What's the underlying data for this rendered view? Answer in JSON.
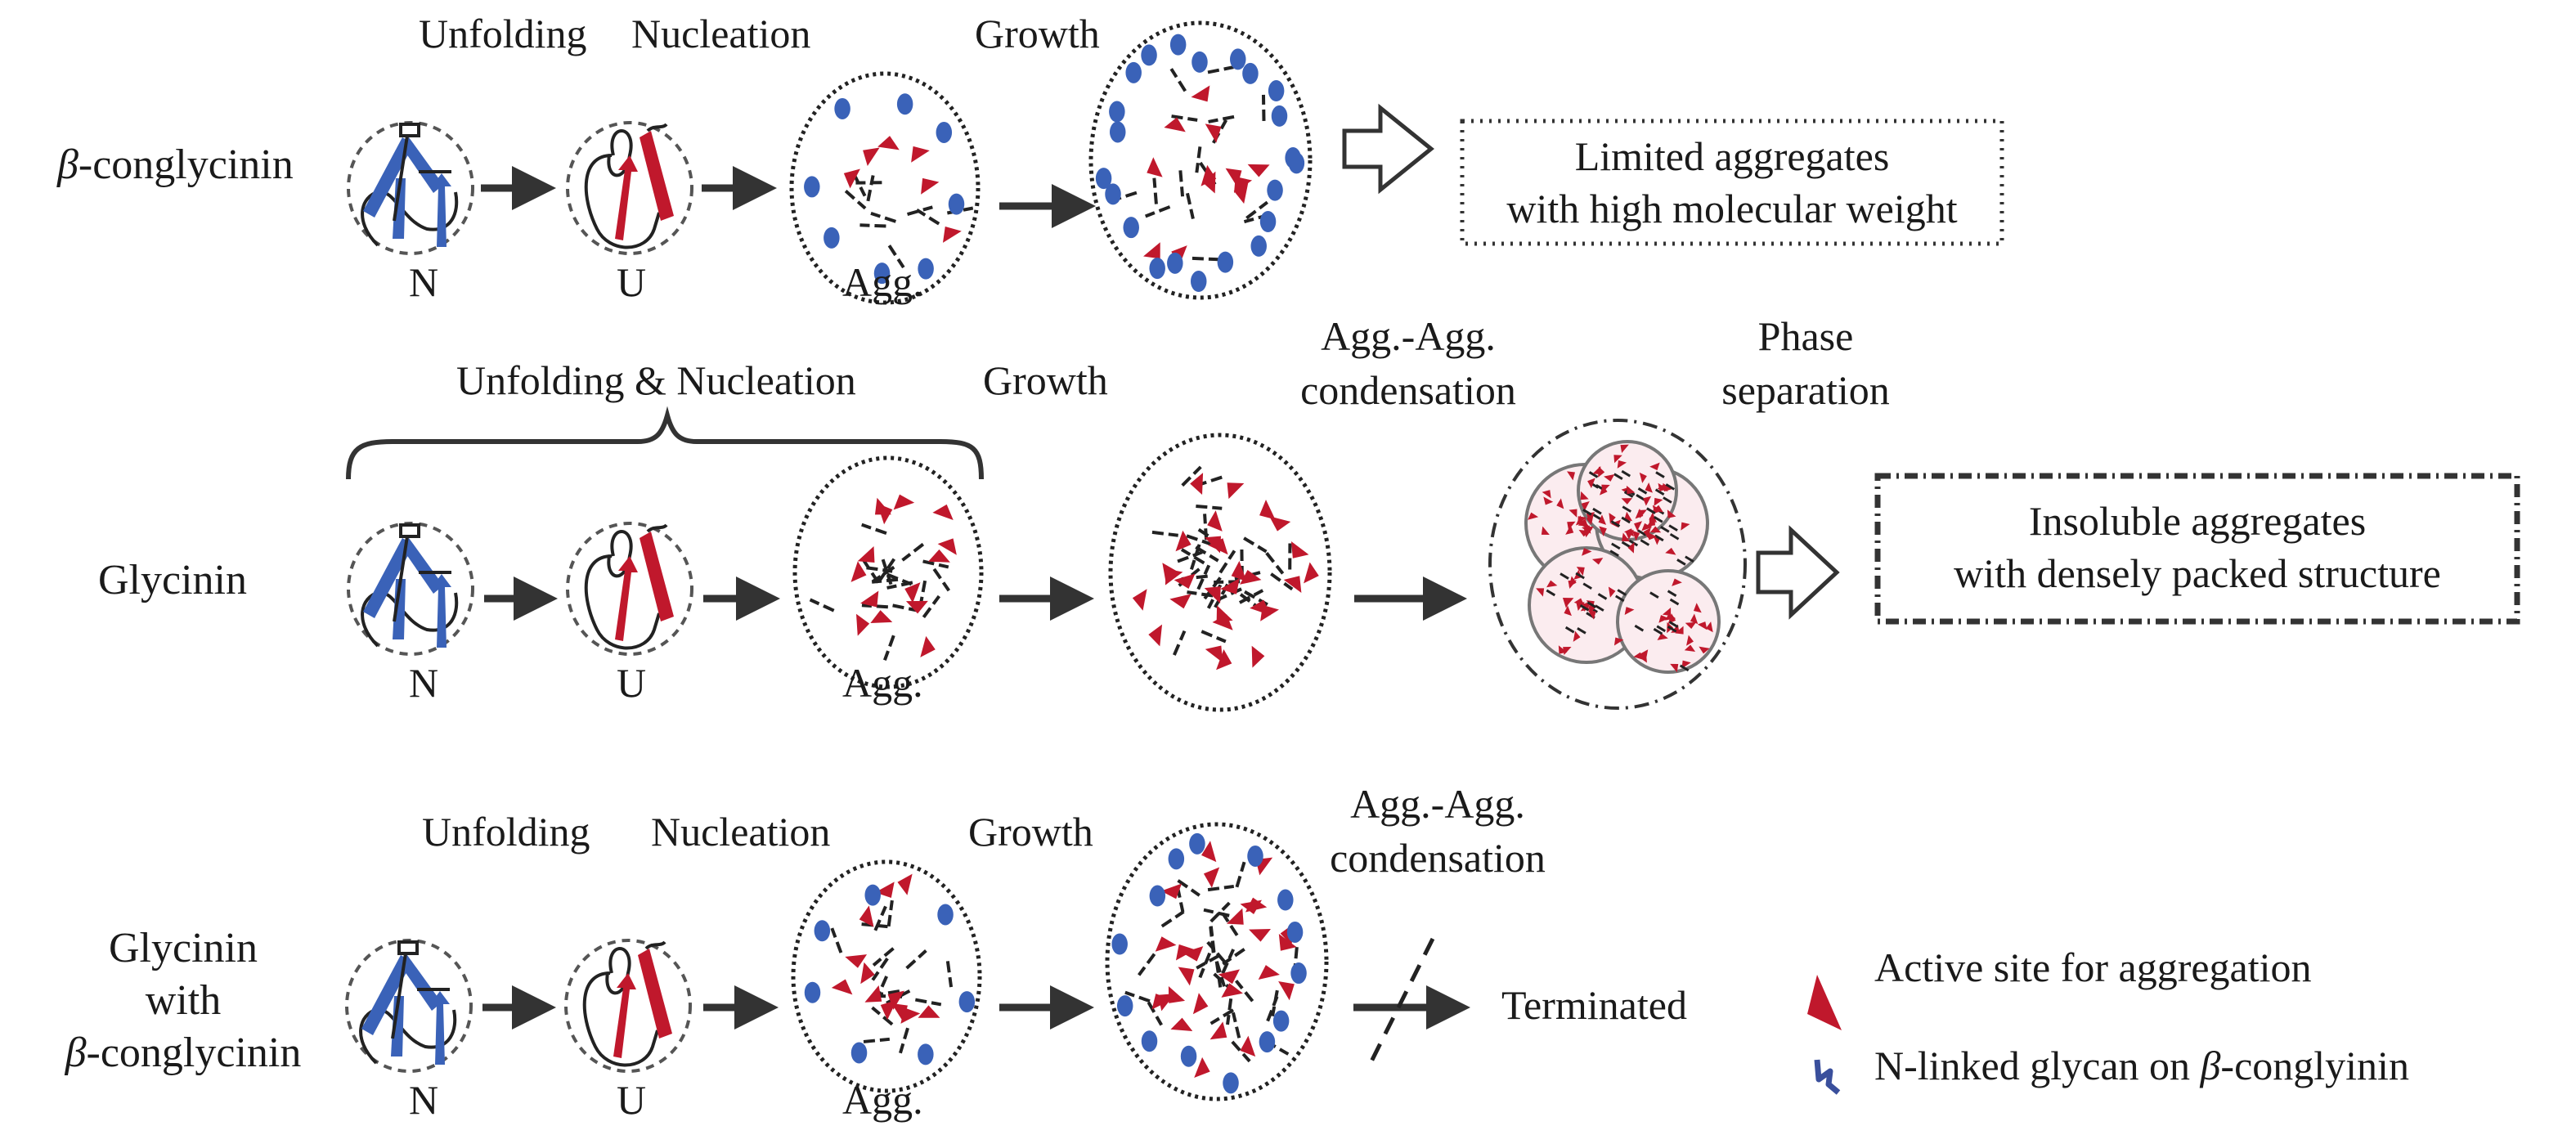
{
  "figure": {
    "colors": {
      "domain_blue": "#3a62b8",
      "active_red": "#c0182c",
      "line": "#222222",
      "background": "#ffffff"
    },
    "rows": [
      {
        "id": "beta-conglycinin",
        "label_lines": [
          {
            "prefix": "β",
            "text": "-conglycinin"
          }
        ],
        "stage_labels": [
          "Unfolding",
          "Nucleation",
          "Growth"
        ],
        "state_labels": [
          "N",
          "U",
          "Agg."
        ],
        "outcome": [
          "Limited aggregates",
          "with high molecular weight"
        ]
      },
      {
        "id": "glycinin",
        "label_lines": [
          {
            "prefix": "",
            "text": "Glycinin"
          }
        ],
        "stage_labels": [
          "Unfolding & Nucleation",
          "Growth",
          "Agg.-Agg.",
          "condensation",
          "Phase",
          "separation"
        ],
        "state_labels": [
          "N",
          "U",
          "Agg."
        ],
        "outcome": [
          "Insoluble aggregates",
          "with densely packed structure"
        ]
      },
      {
        "id": "glycinin-with-beta-conglycinin",
        "label_lines": [
          {
            "prefix": "",
            "text": "Glycinin"
          },
          {
            "prefix": "",
            "text": "with"
          },
          {
            "prefix": "β",
            "text": "-conglycinin"
          }
        ],
        "stage_labels": [
          "Unfolding",
          "Nucleation",
          "Growth",
          "Agg.-Agg.",
          "condensation"
        ],
        "state_labels": [
          "N",
          "U",
          "Agg."
        ],
        "outcome_text": "Terminated"
      }
    ],
    "legend": [
      {
        "icon": "red-wedge-icon",
        "text": "Active site for aggregation"
      },
      {
        "icon": "blue-glycan-icon",
        "prefix": "N-linked glycan on ",
        "italic": "β",
        "suffix": "-conglyinin"
      }
    ]
  }
}
